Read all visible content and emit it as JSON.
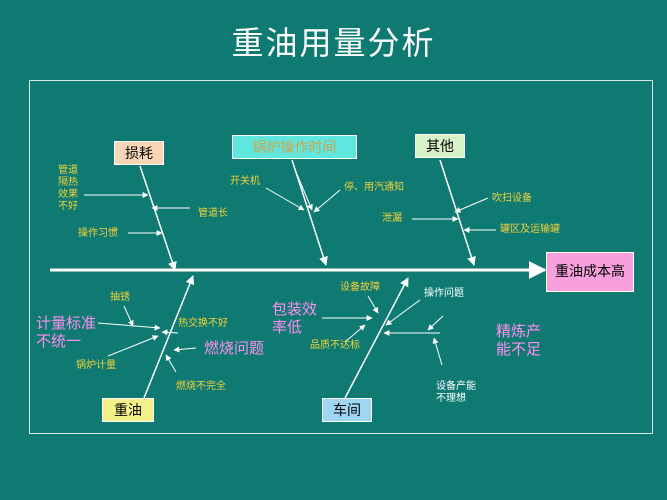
{
  "title": "重油用量分析",
  "categories": {
    "sunhao": "损耗",
    "guolu": "锅炉操作时间",
    "qita": "其他",
    "zhongyou": "重油",
    "chejian": "车间"
  },
  "effect": "重油成本高",
  "causes": {
    "guandao_gerer": "管道\n隔热\n效果\n不好",
    "guandao_chang": "管道长",
    "caozuo_xiguan": "操作习惯",
    "kaiguanji": "开关机",
    "ting_yongqi": "停、用汽通知",
    "chuisao_sheshi": "吹扫设备",
    "loulou": "泄漏",
    "guanqu": "罐区及运输罐",
    "jiliang_biaozhun": "计量标准\n不统一",
    "taixiu": "抽锈",
    "relenghuan": "热交换不好",
    "guolu_jiliang": "锅炉计量",
    "ranshao_wenti": "燃烧问题",
    "ranshao_buwanquan": "燃烧不完全",
    "baozhuang": "包装效\n率低",
    "shebei_guzhang": "设备故障",
    "pinzhi": "品质不达标",
    "caozuo_wenti": "操作问题",
    "jinglian": "精炼产\n能不足",
    "shebei_channeng": "设备产能\n不理想"
  }
}
